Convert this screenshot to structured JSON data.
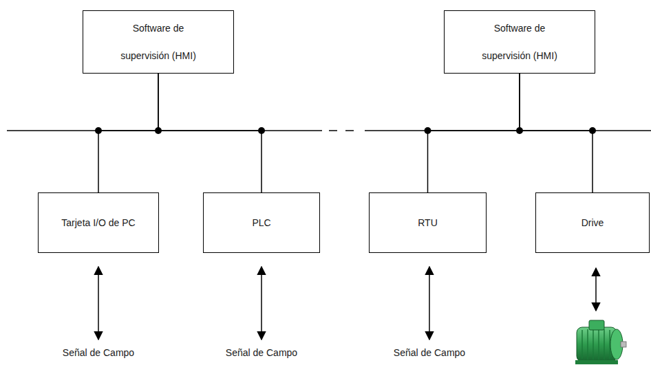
{
  "diagram": {
    "nodes": [
      {
        "text": [
          "Software de supervisión (HMI)"
        ]
      },
      {
        "text": [
          "Tarjeta I/O de PC"
        ]
      },
      {
        "text": [
          "PLC"
        ]
      },
      {
        "text": [
          "Software de supervisión (HMI)"
        ]
      },
      {
        "text": [
          "RTU"
        ]
      },
      {
        "text": [
          "Drive"
        ]
      }
    ],
    "edges": [
      {
        "from": 0,
        "to": 1,
        "arrow": "none"
      },
      {
        "from": 0,
        "to": 2,
        "arrow": "none"
      },
      {
        "from": 3,
        "to": 4,
        "arrow": "none"
      },
      {
        "from": 3,
        "to": 5,
        "arrow": "none"
      }
    ],
    "labels": [
      "Señal de Campo",
      "Señal de Campo",
      "Señal de Campo"
    ]
  }
}
